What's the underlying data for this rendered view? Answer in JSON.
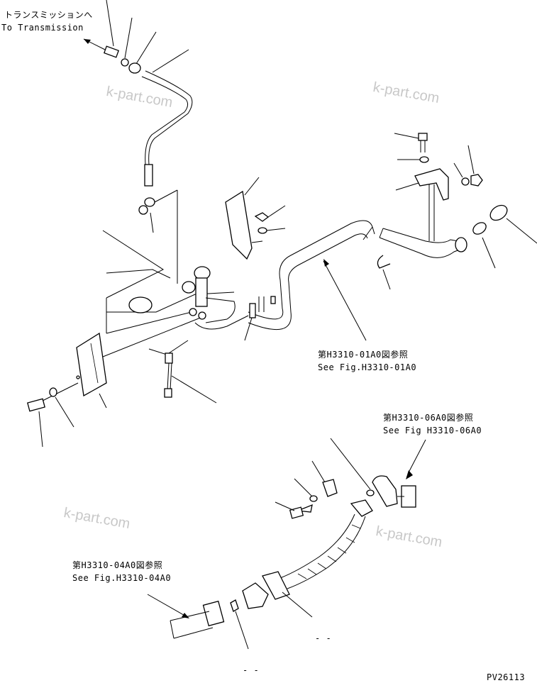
{
  "labels": {
    "to_transmission_jp": "トランスミッションへ",
    "to_transmission_en": "To Transmission",
    "ref1_jp": "第H3310-01A0図参照",
    "ref1_en": "See Fig.H3310-01A0",
    "ref2_jp": "第H3310-06A0図参照",
    "ref2_en": "See Fig H3310-06A0",
    "ref3_jp": "第H3310-04A0図参照",
    "ref3_en": "See Fig.H3310-04A0",
    "dash_a": "- -",
    "dash_b": "- -",
    "figure_code": "PV26113"
  },
  "watermarks": [
    "k-part.com",
    "k-part.com",
    "k-part.com",
    "k-part.com"
  ]
}
